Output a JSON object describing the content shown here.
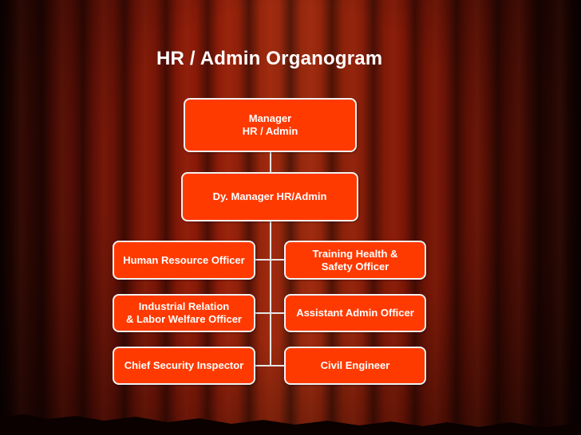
{
  "title": "HR / Admin Organogram",
  "nodes": {
    "manager": "Manager\nHR / Admin",
    "dy_manager": "Dy. Manager HR/Admin",
    "hr_officer": "Human Resource Officer",
    "training_officer": "Training Health &\nSafety Officer",
    "industrial_relation": "Industrial Relation\n& Labor Welfare Officer",
    "assistant_admin": "Assistant Admin Officer",
    "chief_security": "Chief Security Inspector",
    "civil_engineer": "Civil Engineer"
  },
  "colors": {
    "node_fill": "#ff3a00",
    "node_border": "#f2f2f2",
    "text": "#ffffff",
    "background": "#8a1a08"
  }
}
